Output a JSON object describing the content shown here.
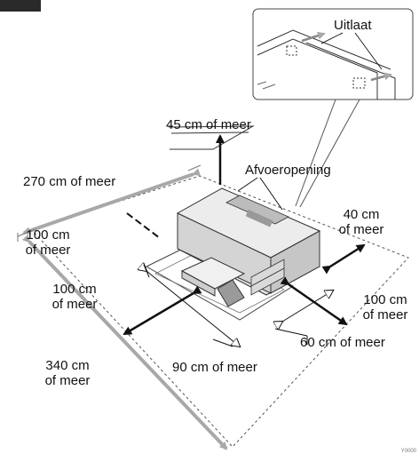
{
  "labels": {
    "outlet": "Uitlaat",
    "above": "45 cm of meer",
    "vent": "Afvoeropening",
    "width_total": "270 cm of meer",
    "left_line1": "100 cm",
    "left_line2": "of meer",
    "right_line1": "40 cm",
    "right_line2": "of meer",
    "front_line1": "100 cm",
    "front_line2": "of meer",
    "front_right_line1": "100 cm",
    "front_right_line2": "of meer",
    "side_depth": "60 cm of meer",
    "depth_total_line1": "340 cm",
    "depth_total_line2": "of meer",
    "width_printer": "90 cm of meer"
  },
  "footer_code": "Y0000",
  "colors": {
    "line": "#222222",
    "dashed": "#555555",
    "gray_dim": "#a8a8a8",
    "printer_body": "#e2e2e2",
    "printer_dark": "#bcbcbc"
  }
}
